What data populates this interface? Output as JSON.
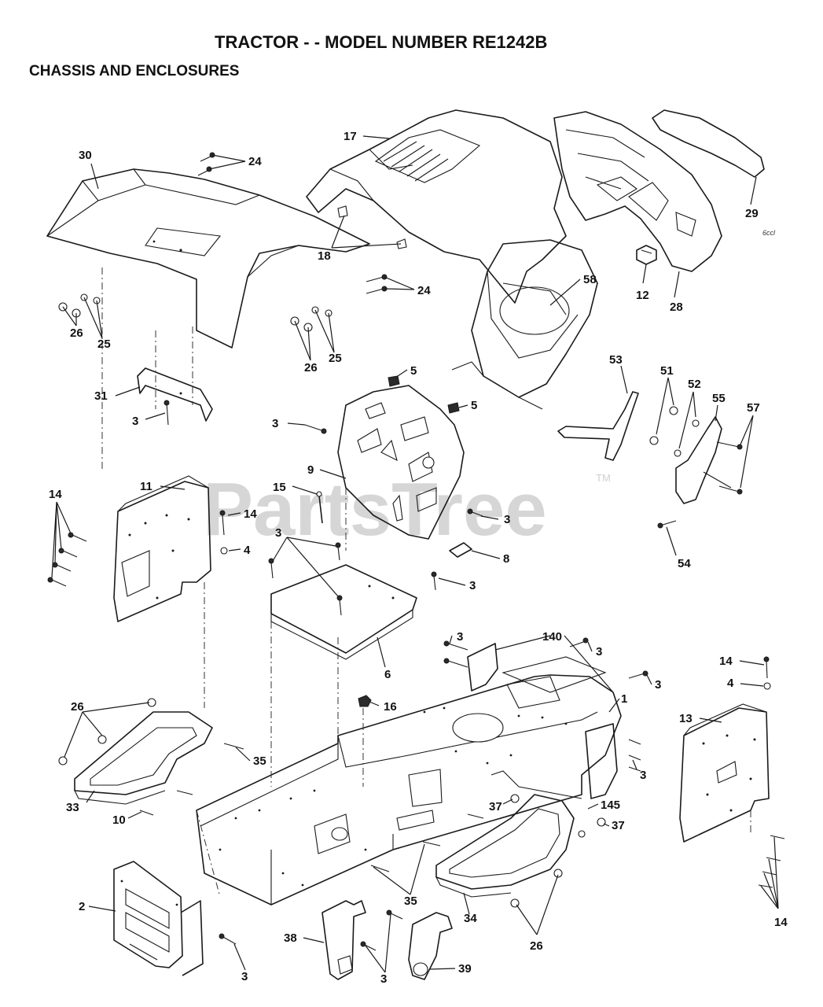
{
  "header": {
    "title": "TRACTOR - - MODEL NUMBER RE1242B",
    "subtitle": "CHASSIS AND ENCLOSURES"
  },
  "watermark": {
    "text": "PartsTree",
    "mark": "TM"
  },
  "ref_code": "6ccl",
  "callouts": [
    {
      "id": "c-30",
      "label": "30"
    },
    {
      "id": "c-24a",
      "label": "24"
    },
    {
      "id": "c-17",
      "label": "17"
    },
    {
      "id": "c-29",
      "label": "29"
    },
    {
      "id": "c-18",
      "label": "18"
    },
    {
      "id": "c-24b",
      "label": "24"
    },
    {
      "id": "c-12",
      "label": "12"
    },
    {
      "id": "c-28",
      "label": "28"
    },
    {
      "id": "c-58",
      "label": "58"
    },
    {
      "id": "c-26a",
      "label": "26"
    },
    {
      "id": "c-25a",
      "label": "25"
    },
    {
      "id": "c-26b",
      "label": "26"
    },
    {
      "id": "c-25b",
      "label": "25"
    },
    {
      "id": "c-5a",
      "label": "5"
    },
    {
      "id": "c-31",
      "label": "31"
    },
    {
      "id": "c-53",
      "label": "53"
    },
    {
      "id": "c-51",
      "label": "51"
    },
    {
      "id": "c-52",
      "label": "52"
    },
    {
      "id": "c-55",
      "label": "55"
    },
    {
      "id": "c-57",
      "label": "57"
    },
    {
      "id": "c-3a",
      "label": "3"
    },
    {
      "id": "c-5b",
      "label": "5"
    },
    {
      "id": "c-3b",
      "label": "3"
    },
    {
      "id": "c-9",
      "label": "9"
    },
    {
      "id": "c-11",
      "label": "11"
    },
    {
      "id": "c-15",
      "label": "15"
    },
    {
      "id": "c-14a",
      "label": "14"
    },
    {
      "id": "c-14b",
      "label": "14"
    },
    {
      "id": "c-3c",
      "label": "3"
    },
    {
      "id": "c-4a",
      "label": "4"
    },
    {
      "id": "c-3d",
      "label": "3"
    },
    {
      "id": "c-8",
      "label": "8"
    },
    {
      "id": "c-54",
      "label": "54"
    },
    {
      "id": "c-3e",
      "label": "3"
    },
    {
      "id": "c-3f",
      "label": "3"
    },
    {
      "id": "c-140",
      "label": "140"
    },
    {
      "id": "c-3g",
      "label": "3"
    },
    {
      "id": "c-6",
      "label": "6"
    },
    {
      "id": "c-3h",
      "label": "3"
    },
    {
      "id": "c-14c",
      "label": "14"
    },
    {
      "id": "c-4b",
      "label": "4"
    },
    {
      "id": "c-1",
      "label": "1"
    },
    {
      "id": "c-16",
      "label": "16"
    },
    {
      "id": "c-26c",
      "label": "26"
    },
    {
      "id": "c-13",
      "label": "13"
    },
    {
      "id": "c-3i",
      "label": "3"
    },
    {
      "id": "c-35a",
      "label": "35"
    },
    {
      "id": "c-37a",
      "label": "37"
    },
    {
      "id": "c-145",
      "label": "145"
    },
    {
      "id": "c-33",
      "label": "33"
    },
    {
      "id": "c-37b",
      "label": "37"
    },
    {
      "id": "c-10",
      "label": "10"
    },
    {
      "id": "c-2",
      "label": "2"
    },
    {
      "id": "c-35b",
      "label": "35"
    },
    {
      "id": "c-34",
      "label": "34"
    },
    {
      "id": "c-14d",
      "label": "14"
    },
    {
      "id": "c-38",
      "label": "38"
    },
    {
      "id": "c-26d",
      "label": "26"
    },
    {
      "id": "c-3j",
      "label": "3"
    },
    {
      "id": "c-39",
      "label": "39"
    },
    {
      "id": "c-3k",
      "label": "3"
    }
  ]
}
